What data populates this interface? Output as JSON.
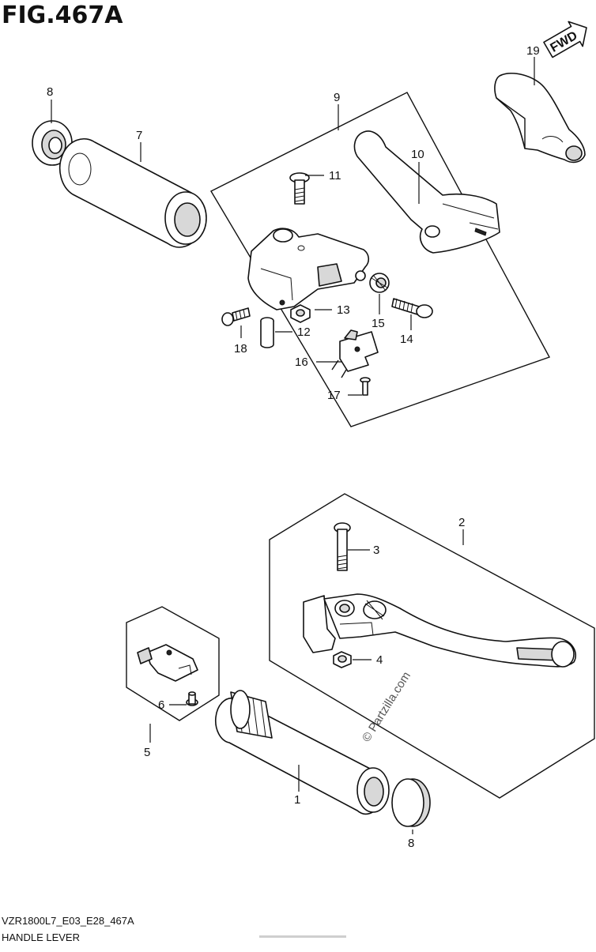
{
  "header": {
    "figure_title": "FIG.467A",
    "fwd_label": "FWD"
  },
  "callouts": {
    "c1": "1",
    "c2": "2",
    "c3": "3",
    "c4": "4",
    "c5": "5",
    "c6": "6",
    "c7": "7",
    "c8_top": "8",
    "c8_bottom": "8",
    "c9": "9",
    "c10": "10",
    "c11": "11",
    "c12": "12",
    "c13": "13",
    "c14": "14",
    "c15": "15",
    "c16": "16",
    "c17": "17",
    "c18": "18",
    "c19": "19"
  },
  "watermark": {
    "text": "© Partzilla.com"
  },
  "footer": {
    "model_code": "VZR1800L7_E03_E28_467A",
    "section_name": "HANDLE LEVER"
  }
}
